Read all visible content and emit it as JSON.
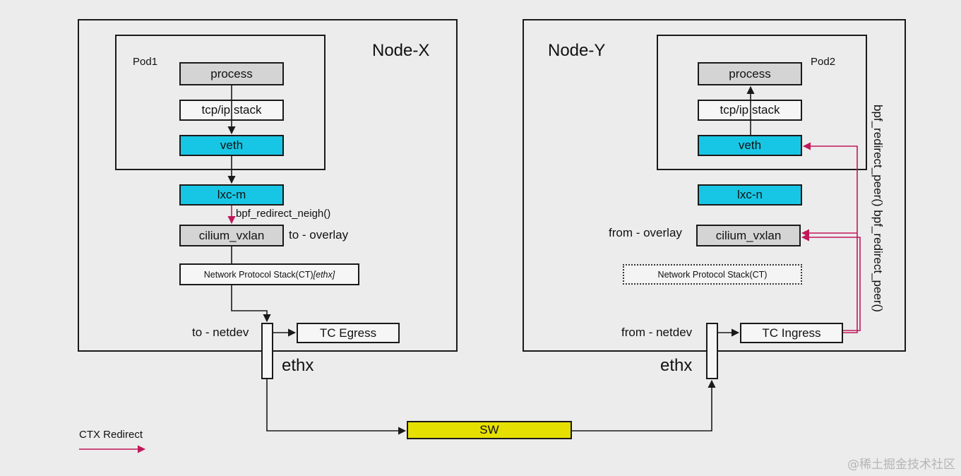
{
  "node_x": {
    "title": "Node-X",
    "pod_label": "Pod1",
    "process": "process",
    "tcp_stack": "tcp/ip stack",
    "veth": "veth",
    "lxc": "lxc-m",
    "redirect_label": "bpf_redirect_neigh()",
    "cilium_vxlan": "cilium_vxlan",
    "to_overlay": "to - overlay",
    "netstack_text": "Network Protocol Stack(CT)",
    "netstack_italic": "[ethx]",
    "to_netdev": "to - netdev",
    "tc": "TC Egress",
    "nic": "ethx"
  },
  "node_y": {
    "title": "Node-Y",
    "pod_label": "Pod2",
    "process": "process",
    "tcp_stack": "tcp/ip stack",
    "veth": "veth",
    "lxc": "lxc-n",
    "from_overlay": "from - overlay",
    "cilium_vxlan": "cilium_vxlan",
    "netstack": "Network Protocol Stack(CT)",
    "from_netdev": "from - netdev",
    "tc": "TC Ingress",
    "nic": "ethx",
    "vertical_label": "bpf_redirect_peer()  bpf_redirect_peer()"
  },
  "switch_label": "SW",
  "legend": {
    "label": "CTX Redirect"
  },
  "watermark": "@稀土掘金技术社区",
  "colors": {
    "redirect": "#c2185b",
    "veth": "#17c6e4",
    "switch": "#e6e000",
    "process": "#d4d4d4"
  }
}
